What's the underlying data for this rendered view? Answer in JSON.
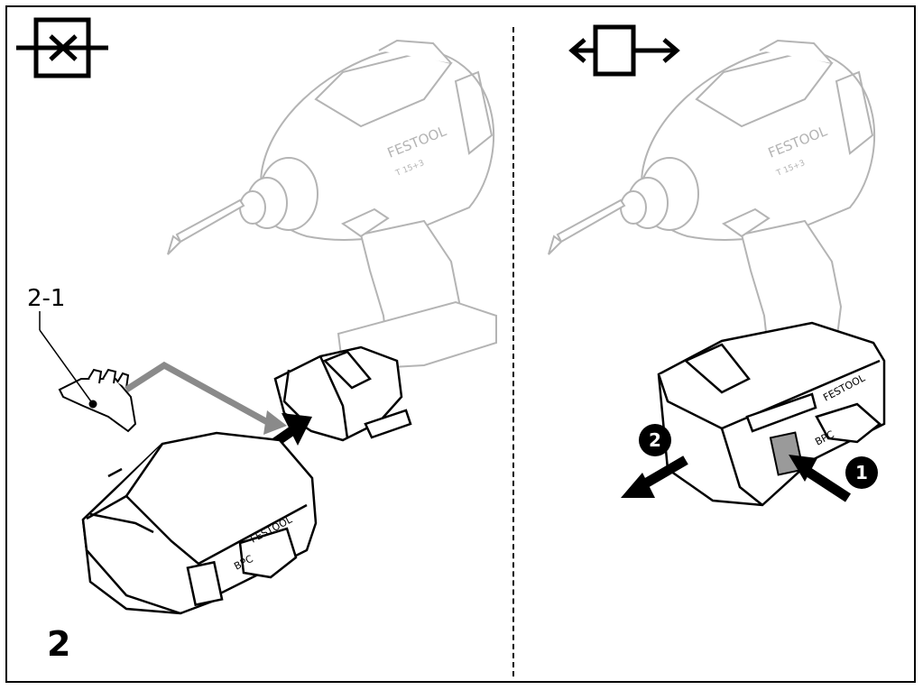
{
  "figure": {
    "number": "2",
    "part_callout": "2-1",
    "step_labels": [
      "1",
      "2"
    ],
    "brand_text": "FESTOOL",
    "model_text": "T 15+3",
    "battery_text": "BPC"
  },
  "icons": {
    "left": "insert-battery-icon",
    "right": "remove-battery-icon"
  },
  "colors": {
    "line": "#000000",
    "guide_arrow": "#8a8a8a",
    "drill_line": "#b4b4b4",
    "release_button": "#9a9a9a"
  }
}
